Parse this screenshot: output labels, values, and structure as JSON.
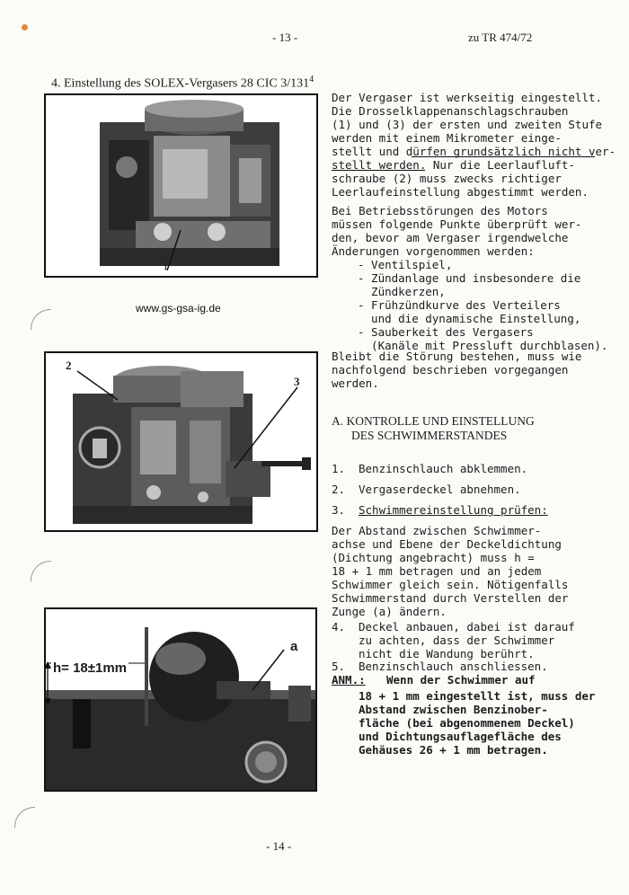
{
  "header": {
    "page_top": "- 13 -",
    "doc_ref": "zu TR 474/72",
    "section_title": "4. Einstellung des SOLEX-Vergasers 28 CIC 3/131",
    "section_sup": "4"
  },
  "website": "www.gs-gsa-ig.de",
  "figures": {
    "fig1_label": "1",
    "fig2_label_left": "2",
    "fig2_label_right": "3",
    "fig3_dim": "h= 18±1mm",
    "fig3_label": "a"
  },
  "intro": {
    "lines": [
      "Der Vergaser ist werkseitig eingestellt.",
      "Die Drosselklappenanschlagschrauben",
      "(1) und (3) der ersten und zweiten Stufe",
      "werden mit einem Mikrometer einge-",
      "stellt und dürfen grundsätzlich nicht ver-",
      "stellt werden. Nur die Leerlaufluft-",
      "schraube (2) muss zwecks richtiger",
      "Leerlaufeinstellung abgestimmt werden."
    ]
  },
  "faults": {
    "lines": [
      "Bei Betriebsstörungen des Motors",
      "müssen folgende Punkte überprüft wer-",
      "den, bevor am Vergaser irgendwelche",
      "Änderungen vorgenommen werden:"
    ],
    "items": [
      "- Ventilspiel,",
      "- Zündanlage und insbesondere die",
      "  Zündkerzen,",
      "- Frühzündkurve des Verteilers",
      "  und die dynamische Einstellung,",
      "- Sauberkeit des Vergasers",
      "  (Kanäle mit Pressluft durchblasen)."
    ]
  },
  "persist": {
    "lines": [
      "Bleibt die Störung bestehen, muss wie",
      "nachfolgend beschrieben vorgegangen",
      "werden."
    ]
  },
  "sectionA": {
    "title_line1": "A. KONTROLLE UND EINSTELLUNG",
    "title_line2": "DES SCHWIMMERSTANDES",
    "steps": [
      {
        "num": "1.",
        "text": "Benzinschlauch abklemmen."
      },
      {
        "num": "2.",
        "text": "Vergaserdeckel abnehmen."
      },
      {
        "num": "3.",
        "text": "Schwimmereinstellung prüfen:"
      }
    ],
    "check_lines": [
      "Der Abstand zwischen Schwimmer-",
      "achse und Ebene der Deckeldichtung",
      "(Dichtung angebracht) muss h =",
      "18 + 1 mm betragen und an jedem",
      "Schwimmer gleich sein. Nötigenfalls",
      "Schwimmerstand durch Verstellen der",
      "Zunge (a) ändern."
    ],
    "step4_num": "4.",
    "step4_lines": [
      "Deckel anbauen, dabei ist darauf",
      "zu achten, dass der Schwimmer",
      "nicht die Wandung berührt."
    ],
    "step5_num": "5.",
    "step5_text": "Benzinschlauch anschliessen.",
    "note_label": "ANM.:",
    "note_first": "Wenn der Schwimmer auf",
    "note_lines": [
      "18 + 1 mm eingestellt ist, muss der",
      "Abstand zwischen Benzinober-",
      "fläche (bei abgenommenem Deckel)",
      "und Dichtungsauflagefläche des",
      "Gehäuses 26 + 1 mm betragen."
    ]
  },
  "footer": {
    "page_bottom": "- 14 -"
  }
}
